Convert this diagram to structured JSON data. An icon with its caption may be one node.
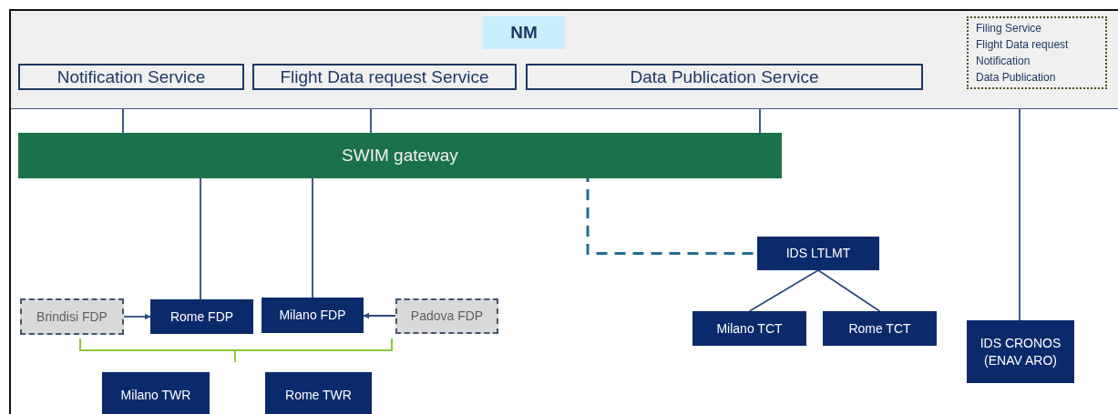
{
  "diagram": {
    "nodes": [
      {
        "text": [
          "NM"
        ]
      },
      {
        "text": [
          "Notification Service"
        ],
        "in": 0
      },
      {
        "text": [
          "Flight Data request Service"
        ],
        "in": 0
      },
      {
        "text": [
          "Data Publication Service"
        ],
        "in": 0
      },
      {
        "text": [
          "Filing Service",
          "Flight Data request",
          "Notification",
          "Data Publication"
        ],
        "in": 0
      },
      {
        "text": [
          "SWIM gateway"
        ]
      },
      {
        "text": [
          "Brindisi FDP"
        ]
      },
      {
        "text": [
          "Rome FDP"
        ]
      },
      {
        "text": [
          "Milano FDP"
        ]
      },
      {
        "text": [
          "Padova FDP"
        ]
      },
      {
        "text": [
          "Milano TWR"
        ]
      },
      {
        "text": [
          "Rome TWR"
        ]
      },
      {
        "text": [
          "IDS LTLMT"
        ]
      },
      {
        "text": [
          "Milano TCT"
        ]
      },
      {
        "text": [
          "Rome TCT"
        ]
      },
      {
        "text": [
          "IDS CRONOS (ENAV ARO)"
        ]
      }
    ],
    "edges": [
      {
        "from": 1,
        "to": 5,
        "arrow": "none"
      },
      {
        "from": 2,
        "to": 5,
        "arrow": "none"
      },
      {
        "from": 3,
        "to": 5,
        "arrow": "none"
      },
      {
        "from": 5,
        "to": 7,
        "arrow": "none"
      },
      {
        "from": 5,
        "to": 8,
        "arrow": "none"
      },
      {
        "from": 6,
        "to": 7,
        "arrow": "to"
      },
      {
        "from": 9,
        "to": 8,
        "arrow": "to"
      },
      {
        "from": 5,
        "to": 12,
        "arrow": "none",
        "style": "dashed",
        "color": "#1f6e8c"
      },
      {
        "from": 12,
        "to": 13,
        "arrow": "none"
      },
      {
        "from": 12,
        "to": 14,
        "arrow": "none"
      },
      {
        "from": 4,
        "to": 15,
        "arrow": "none"
      }
    ]
  }
}
